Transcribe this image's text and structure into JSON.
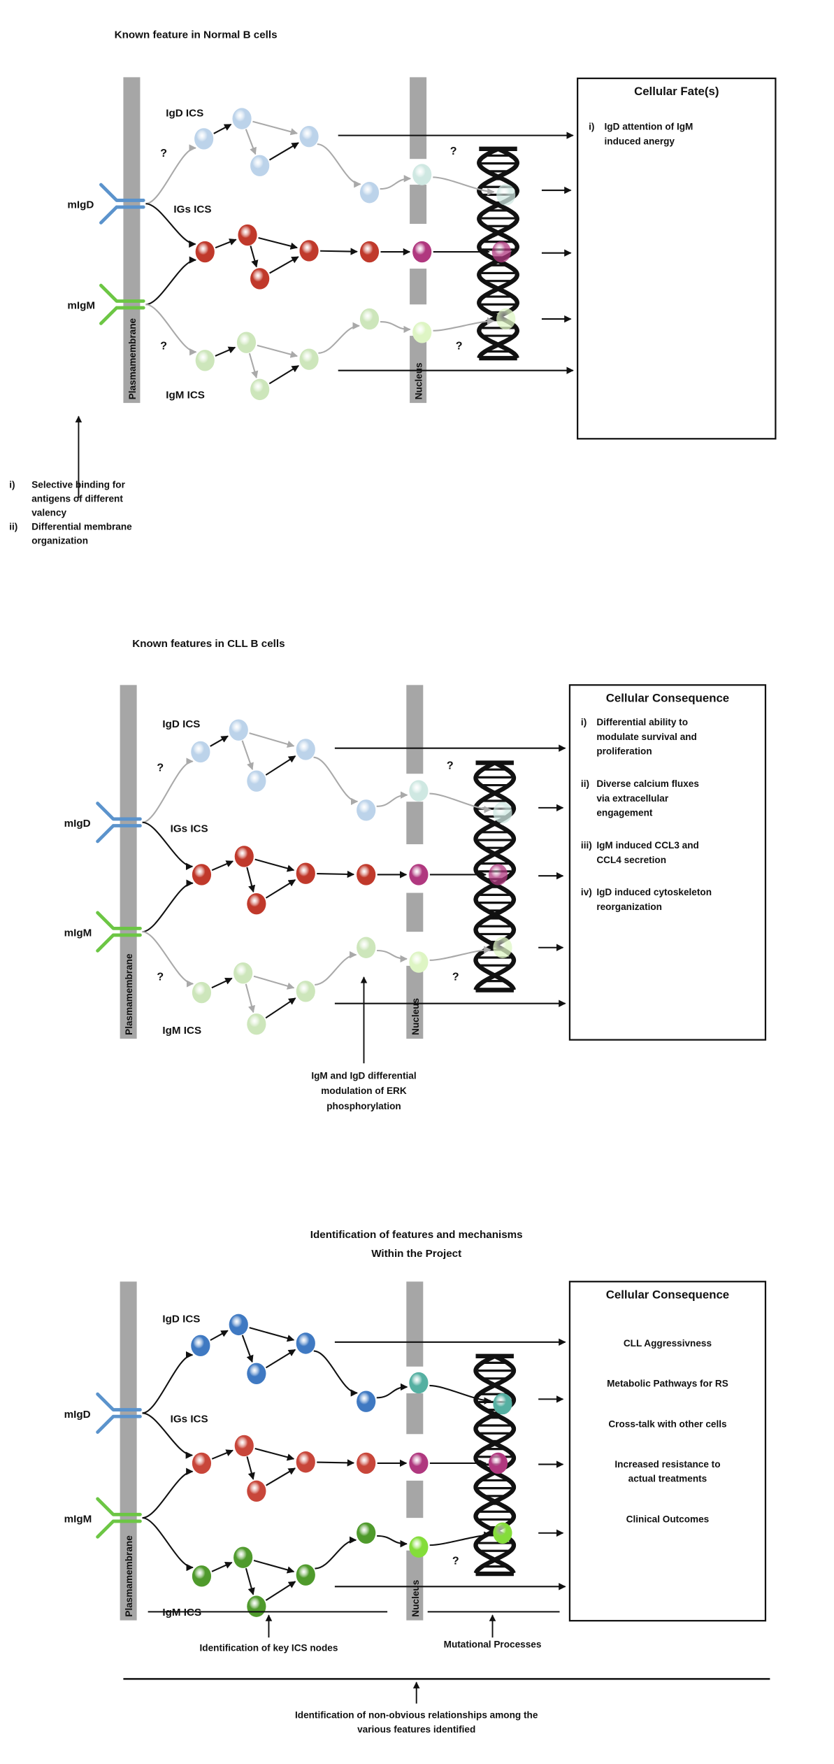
{
  "colors": {
    "membrane": "#a6a6a6",
    "igd_receptor": "#5b93cc",
    "igm_receptor": "#6cc644",
    "faded": {
      "igd": "#bcd3ea",
      "igs": "#c0392b",
      "igm": "#cde6bb",
      "igd_nuc": "#cfe8e2",
      "igs_nuc": "#b0387f",
      "igm_nuc": "#def5c4",
      "edge": "#a9a9a9"
    },
    "vivid": {
      "igd": "#3f79c2",
      "igs": "#c8463a",
      "igm": "#4f9a2c",
      "igd_nuc": "#55b0a2",
      "igs_nuc": "#b0387f",
      "igm_nuc": "#84dd3a",
      "edge": "#111111"
    }
  },
  "panels": [
    {
      "title": [
        "Known feature in Normal B cells"
      ],
      "membrane_label": "Plasmamembrane",
      "nucleus_label": "Nucleus",
      "receptors": {
        "igd": "mIgD",
        "igm": "mIgM"
      },
      "pathways": {
        "igd": "IgD ICS",
        "igs": "IGs ICS",
        "igm": "IgM ICS"
      },
      "unknown_mark": "?",
      "box": {
        "title": "Cellular Fate(s)",
        "items": [
          {
            "num": "i)",
            "lines": [
              "IgD attention of IgM",
              "induced anergy"
            ]
          }
        ]
      },
      "annotation": [
        {
          "num": "i)",
          "lines": [
            "Selective binding for",
            "antigens of different",
            "valency"
          ]
        },
        {
          "num": "ii)",
          "lines": [
            "Differential membrane",
            "organization"
          ]
        }
      ]
    },
    {
      "title": [
        "Known features in CLL B cells"
      ],
      "membrane_label": "Plasmamembrane",
      "nucleus_label": "Nucleus",
      "receptors": {
        "igd": "mIgD",
        "igm": "mIgM"
      },
      "pathways": {
        "igd": "IgD ICS",
        "igs": "IGs ICS",
        "igm": "IgM ICS"
      },
      "unknown_mark": "?",
      "box": {
        "title": "Cellular Consequence",
        "items": [
          {
            "num": "i)",
            "lines": [
              "Differential ability to",
              "modulate survival and",
              "proliferation"
            ]
          },
          {
            "num": "ii)",
            "lines": [
              "Diverse calcium fluxes",
              "via extracellular",
              "engagement"
            ]
          },
          {
            "num": "iii)",
            "lines": [
              "IgM induced CCL3 and",
              "CCL4 secretion"
            ]
          },
          {
            "num": "iv)",
            "lines": [
              "IgD induced cytoskeleton",
              "reorganization"
            ]
          }
        ]
      },
      "annotation": [
        "IgM and IgD differential",
        "modulation of ERK",
        "phosphorylation"
      ]
    },
    {
      "title": [
        "Identification of features and mechanisms",
        "Within the Project"
      ],
      "membrane_label": "Plasmamembrane",
      "nucleus_label": "Nucleus",
      "receptors": {
        "igd": "mIgD",
        "igm": "mIgM"
      },
      "pathways": {
        "igd": "IgD ICS",
        "igs": "IGs ICS",
        "igm": "IgM ICS"
      },
      "unknown_mark": "?",
      "box": {
        "title": "Cellular Consequence",
        "items": [
          {
            "lines": [
              "CLL Aggressivness"
            ]
          },
          {
            "lines": [
              "Metabolic Pathways for RS"
            ]
          },
          {
            "lines": [
              "Cross-talk with other cells"
            ]
          },
          {
            "lines": [
              "Increased resistance to",
              "actual treatments"
            ]
          },
          {
            "lines": [
              "Clinical Outcomes"
            ]
          }
        ]
      },
      "annotation": {
        "ics_nodes": "Identification of key ICS nodes",
        "mutational": "Mutational Processes",
        "relationships": [
          "Identification of non-obvious relationships among the",
          "various features identified"
        ]
      }
    }
  ]
}
